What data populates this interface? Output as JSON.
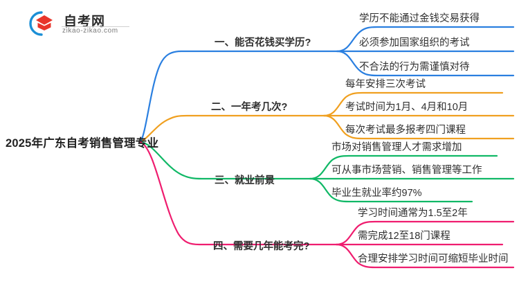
{
  "logo": {
    "name_cn": "自考网",
    "url": "zikao-zikao.com",
    "arc_color": "#1b8fd6",
    "cap_color": "#e8352b",
    "icon": "graduation-cap-icon"
  },
  "mindmap": {
    "root": "2025年广东自考销售管理专业",
    "branches": [
      {
        "label": "一、能否花钱买学历?",
        "color": "#2a7fe0",
        "children": [
          "学历不能通过金钱交易获得",
          "必须参加国家组织的考试",
          "不合法的行为需谨慎对待"
        ]
      },
      {
        "label": "二、一年考几次?",
        "color": "#f0a020",
        "children": [
          "每年安排三次考试",
          "考试时间为1月、4月和10月",
          "每次考试最多报考四门课程"
        ]
      },
      {
        "label": "三、就业前景",
        "color": "#10b866",
        "children": [
          "市场对销售管理人才需求增加",
          "可从事市场营销、销售管理等工作",
          "毕业生就业率约97%"
        ]
      },
      {
        "label": "四、需要几年能考完?",
        "color": "#ef1d6f",
        "children": [
          "学习时间通常为1.5至2年",
          "需完成12至18门课程",
          "合理安排学习时间可缩短毕业时间"
        ]
      }
    ]
  }
}
